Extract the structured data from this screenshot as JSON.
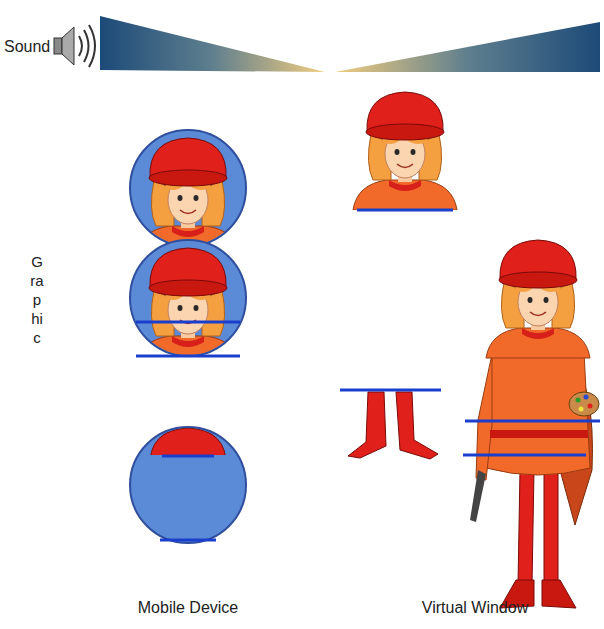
{
  "diagram": {
    "labels": [
      "Sound",
      "Graphic",
      "Mobile Device",
      "Virtual Window"
    ]
  }
}
